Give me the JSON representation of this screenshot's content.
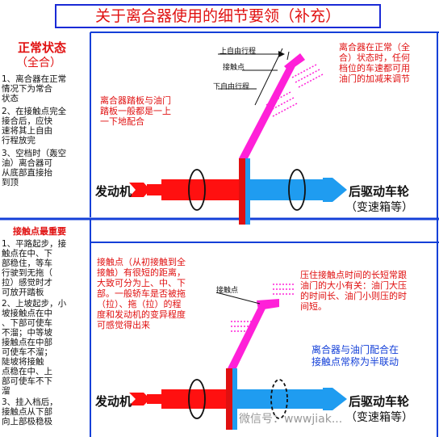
{
  "title": "关于离合器使用的细节要领（补充）",
  "top": {
    "state_title": "正常状态",
    "state_sub": "（全合）",
    "points": [
      [
        "1、离合器在正常",
        "情况下为常合",
        "状态"
      ],
      [
        "2、在接触点完全",
        "接合后，应快",
        "速将其上自由",
        "行程放完"
      ],
      [
        "3、空档时（轰空",
        "油）离合器可",
        "从底部直接抬",
        "到顶"
      ]
    ],
    "note_left": [
      "离合器踏板与油门",
      "踏板一般都是一上",
      "一下地配合"
    ],
    "note_right": [
      "离合器在正常（全",
      "合）状态时，任何",
      "档位的车速都可用",
      "油门的加减来调节"
    ],
    "label_upper_free": "上自由行程",
    "label_contact": "接触点",
    "label_lower_free": "下自由行程",
    "engine": "发动机",
    "wheel": "后驱动车轮",
    "gearbox": "（变速箱等）"
  },
  "bottom": {
    "heading": "接触点最重要",
    "points": [
      [
        "1、平路起步，接",
        "触点在中、下",
        "部稳住，等车",
        "行驶到无拖（",
        "拉）感觉时才",
        "可放开踏板"
      ],
      [
        "2、上坡起步，小",
        "坡接触点在中",
        "、下部可使车",
        "不溜；中等坡",
        "接触点在中部",
        "可使车不溜；",
        "陡坡将接触",
        "点稳在中、上",
        "部可使车不下",
        "溜"
      ],
      [
        "3、挂入档后，",
        "接触点从下部",
        "向上部极稳极"
      ]
    ],
    "note_left": [
      "接触点（从初接触到全",
      "接触）有很短的距离，",
      "大致可分为上、中、下",
      "部。一般轿车是否被拖",
      "（拉）、拖（拉）的程",
      "度和发动机的变异程度",
      "可感觉得出来"
    ],
    "note_right": [
      "压住接触点时间的长短常跟",
      "油门的大小有关：油门大压",
      "的时间长、油门小则压的时",
      "间短。"
    ],
    "label_contact": "接触点",
    "half_link": [
      "离合器与油门配合在",
      "接触点常称为半联动"
    ],
    "engine": "发动机",
    "wheel": "后驱动车轮",
    "gearbox": "（变速箱等）"
  },
  "watermark": "微信号：wwwjiak..."
}
